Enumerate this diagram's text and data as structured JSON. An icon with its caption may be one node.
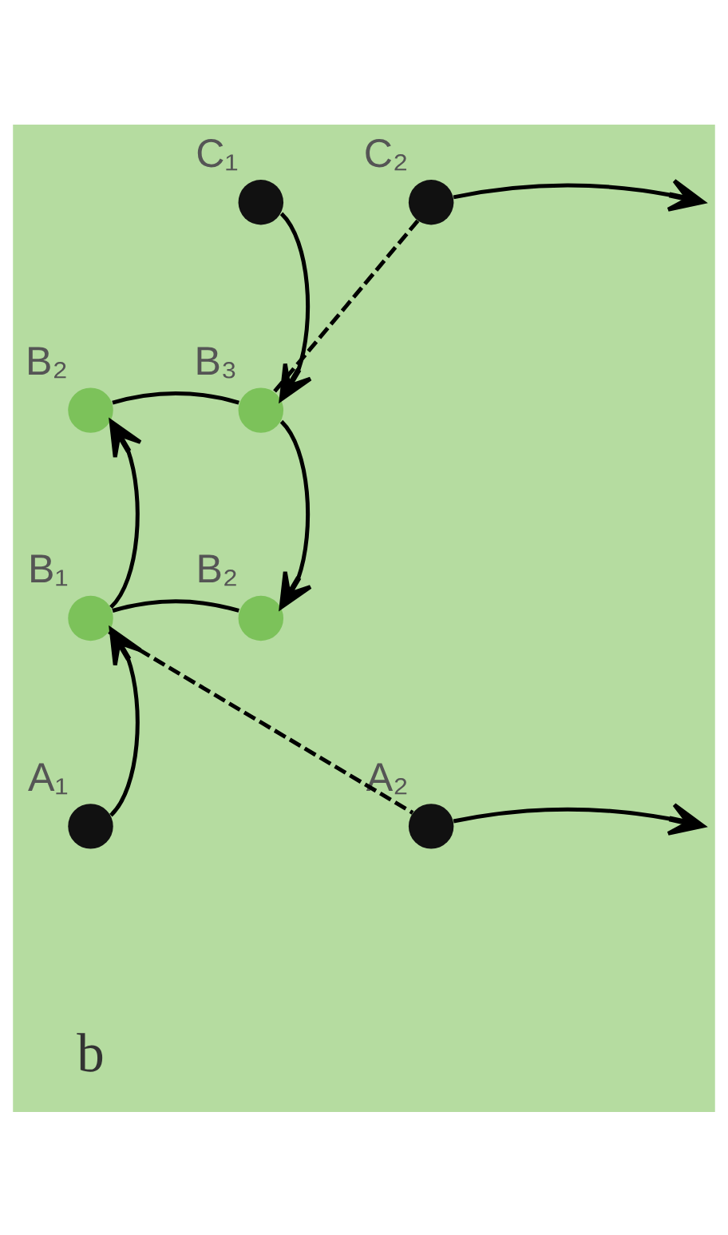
{
  "diagram": {
    "nodes": [
      {
        "text": [],
        "shape": "circle",
        "beside": [
          "C₂"
        ]
      },
      {
        "text": [],
        "shape": "circle",
        "beside": [
          "C₁"
        ]
      },
      {
        "text": [],
        "shape": "circle",
        "beside": [
          "B₂"
        ]
      },
      {
        "text": [],
        "shape": "circle",
        "beside": [
          "B₃"
        ]
      },
      {
        "text": [],
        "shape": "circle",
        "beside": [
          "B₁"
        ]
      },
      {
        "text": [],
        "shape": "circle",
        "beside": [
          "B₂"
        ]
      },
      {
        "text": [],
        "shape": "circle",
        "beside": [
          "A₁"
        ]
      },
      {
        "text": [],
        "shape": "circle",
        "beside": [
          "A₂"
        ]
      }
    ],
    "edges": [
      {
        "from": 6,
        "to": 4,
        "arrow": "to"
      },
      {
        "from": 4,
        "to": 2,
        "arrow": "to"
      },
      {
        "from": 1,
        "to": 3,
        "arrow": "to"
      },
      {
        "from": 3,
        "to": 5,
        "arrow": "to"
      },
      {
        "from": 4,
        "to": 7,
        "arrow": "none",
        "style": "dashed"
      },
      {
        "from": 7,
        "to": null,
        "arrow": "to"
      },
      {
        "from": 3,
        "to": 0,
        "arrow": "none",
        "style": "dashed"
      },
      {
        "from": 0,
        "to": null,
        "arrow": "to"
      },
      {
        "from": 2,
        "to": 3,
        "arrow": "none"
      },
      {
        "from": 4,
        "to": 5,
        "arrow": "none"
      }
    ],
    "labels": [
      "b"
    ]
  }
}
